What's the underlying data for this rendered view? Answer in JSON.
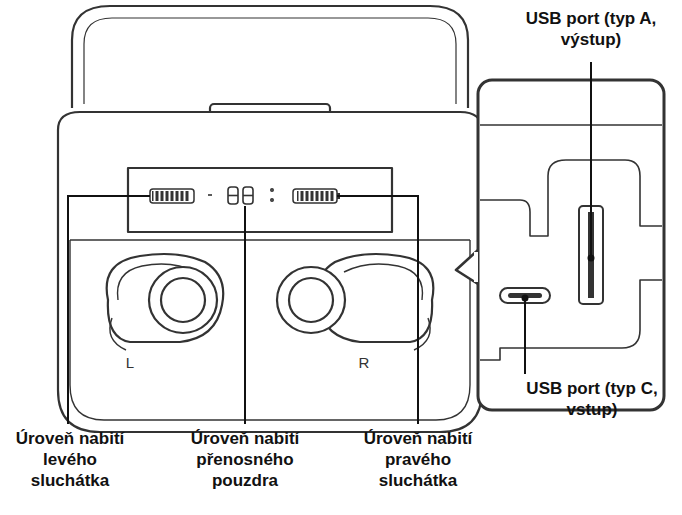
{
  "diagram": {
    "labels": [
      "USB port (typ A, výstup)",
      "USB port (typ C, vstup)",
      "Úroveň nabití levého sluchátka",
      "Úroveň nabití přenosného pouzdra",
      "Úroveň nabití pravého sluchátka",
      "L",
      "R"
    ]
  }
}
